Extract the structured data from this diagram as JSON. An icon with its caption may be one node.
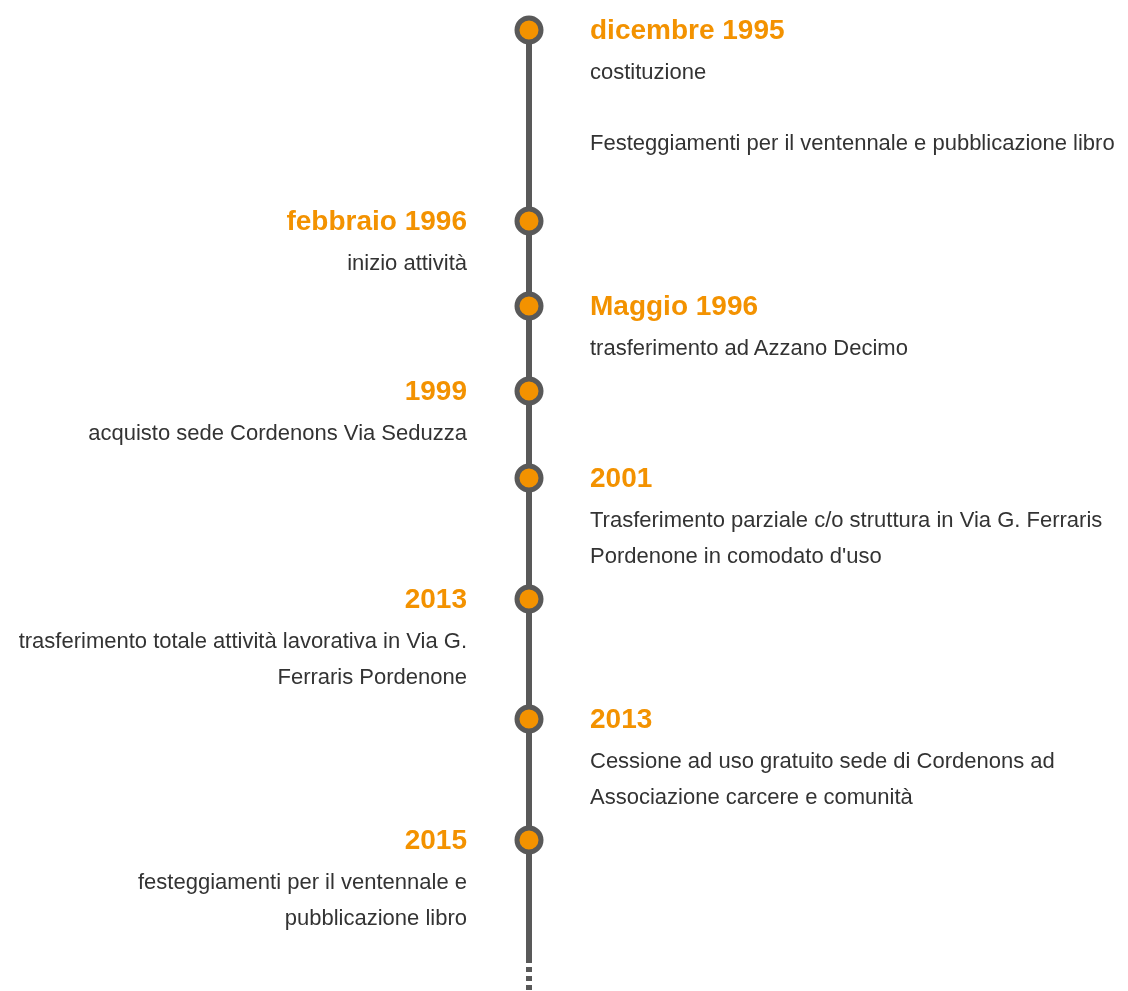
{
  "diagram": {
    "nodes": [
      {
        "text": [
          "dicembre 1995",
          "costituzione",
          "Festeggiamenti per il ventennale e pubblicazione libro"
        ]
      },
      {
        "text": [
          "febbraio 1996",
          "inizio attività"
        ]
      },
      {
        "text": [
          "Maggio 1996",
          "trasferimento ad Azzano Decimo"
        ]
      },
      {
        "text": [
          "1999",
          "acquisto sede Cordenons Via Seduzza"
        ]
      },
      {
        "text": [
          "2001",
          "Trasferimento parziale c/o struttura in Via G. Ferraris Pordenone in comodato d'uso"
        ]
      },
      {
        "text": [
          "2013",
          "trasferimento totale attività lavorativa in Via G. Ferraris Pordenone"
        ]
      },
      {
        "text": [
          "2013",
          "Cessione ad uso gratuito sede di Cordenons ad Associazione carcere e comunità"
        ]
      },
      {
        "text": [
          "2015",
          "festeggiamenti per il ventennale e pubblicazione libro"
        ]
      }
    ]
  }
}
